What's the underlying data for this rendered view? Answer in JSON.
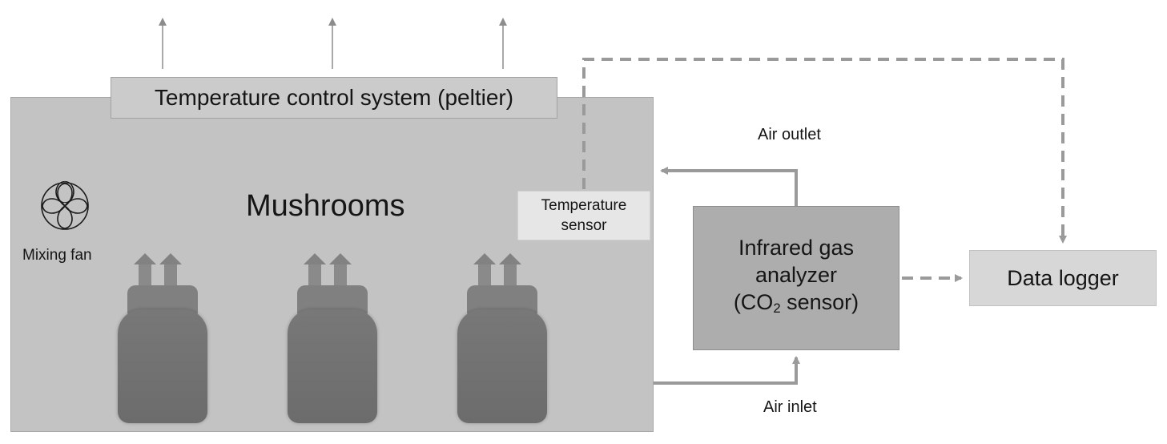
{
  "diagram": {
    "temperature_control": "Temperature control system (peltier)",
    "chamber_label": "Mushrooms",
    "fan_label": "Mixing fan",
    "temperature_sensor": [
      "Temperature",
      "sensor"
    ],
    "analyzer": {
      "line1": "Infrared gas",
      "line2": "analyzer",
      "line3_prefix": "(CO",
      "line3_sub": "2",
      "line3_suffix": " sensor)"
    },
    "data_logger": "Data logger",
    "air_outlet": "Air outlet",
    "air_inlet": "Air inlet"
  },
  "colors": {
    "chamber": "#c3c3c3",
    "analyzer": "#adadad",
    "logger": "#d7d7d7",
    "flow_line": "#9a9a9a",
    "heat_arrow": "#8c8c8c"
  }
}
